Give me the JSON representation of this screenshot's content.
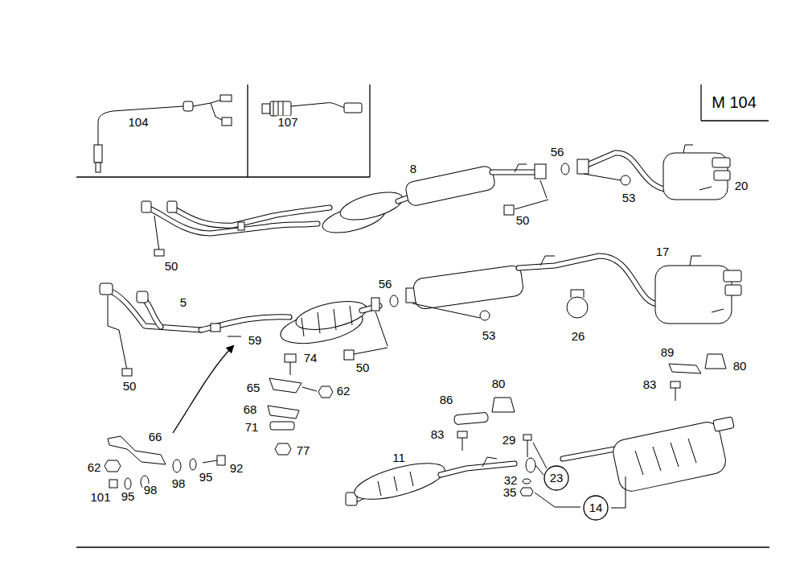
{
  "diagram": {
    "title": "M 104",
    "nodes": [
      {
        "text": [
          "23"
        ]
      },
      {
        "text": [
          "14"
        ]
      }
    ],
    "labels": [
      "104",
      "107",
      "8",
      "56",
      "20",
      "50",
      "53",
      "50",
      "17",
      "5",
      "56",
      "53",
      "26",
      "59",
      "74",
      "89",
      "80",
      "50",
      "83",
      "65",
      "62",
      "50",
      "80",
      "86",
      "68",
      "71",
      "66",
      "83",
      "29",
      "77",
      "11",
      "62",
      "92",
      "95",
      "98",
      "98",
      "32",
      "95",
      "101",
      "35"
    ]
  }
}
